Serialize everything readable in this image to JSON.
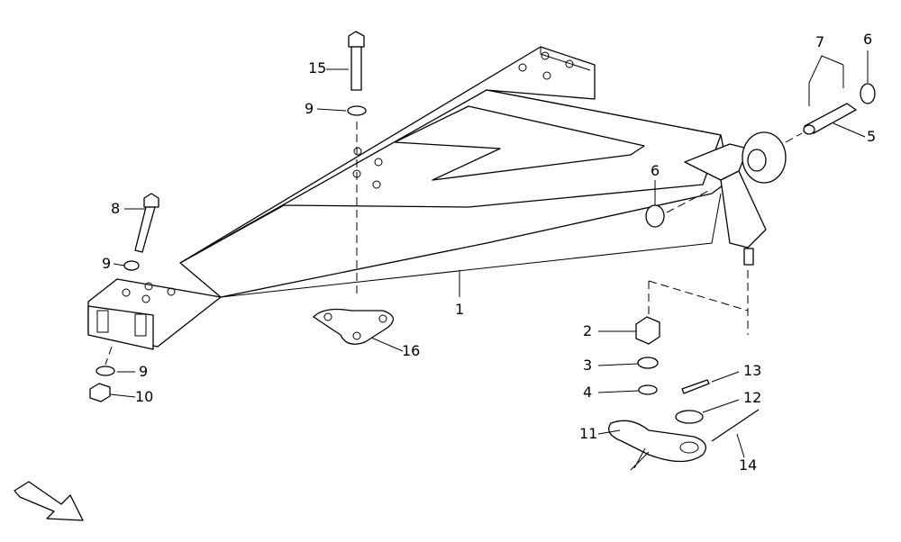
{
  "diagram": {
    "callouts": [
      {
        "id": "c15",
        "text": "15"
      },
      {
        "id": "c9a",
        "text": "9"
      },
      {
        "id": "c7",
        "text": "7"
      },
      {
        "id": "c6a",
        "text": "6"
      },
      {
        "id": "c5",
        "text": "5"
      },
      {
        "id": "c6b",
        "text": "6"
      },
      {
        "id": "c8",
        "text": "8"
      },
      {
        "id": "c9b",
        "text": "9"
      },
      {
        "id": "c1",
        "text": "1"
      },
      {
        "id": "c16",
        "text": "16"
      },
      {
        "id": "c2",
        "text": "2"
      },
      {
        "id": "c3",
        "text": "3"
      },
      {
        "id": "c4",
        "text": "4"
      },
      {
        "id": "c13",
        "text": "13"
      },
      {
        "id": "c12",
        "text": "12"
      },
      {
        "id": "c9c",
        "text": "9"
      },
      {
        "id": "c10",
        "text": "10"
      },
      {
        "id": "c11",
        "text": "11"
      },
      {
        "id": "c14",
        "text": "14"
      }
    ]
  }
}
